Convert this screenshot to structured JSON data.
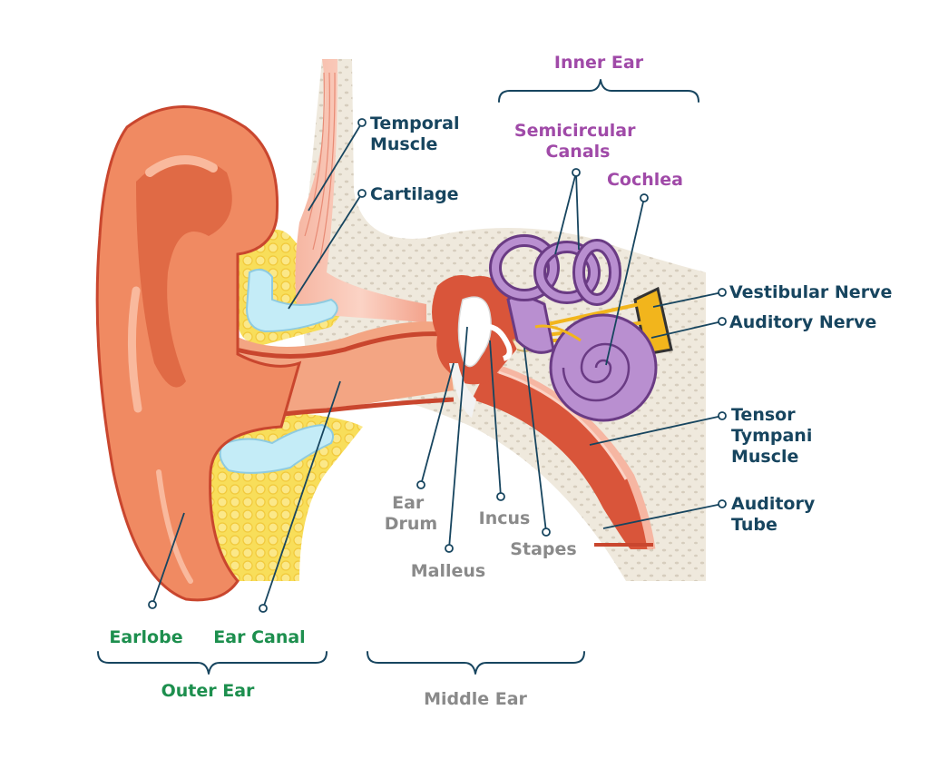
{
  "labels": {
    "temporal_muscle": [
      "Temporal",
      "Muscle"
    ],
    "cartilage": "Cartilage",
    "inner_ear": "Inner Ear",
    "semicircular_canals": [
      "Semicircular",
      "Canals"
    ],
    "cochlea": "Cochlea",
    "vestibular_nerve": "Vestibular Nerve",
    "auditory_nerve": "Auditory Nerve",
    "tensor_tympani": [
      "Tensor",
      "Tympani",
      "Muscle"
    ],
    "auditory_tube": [
      "Auditory",
      "Tube"
    ],
    "ear_drum": [
      "Ear",
      "Drum"
    ],
    "incus": "Incus",
    "stapes": "Stapes",
    "malleus": "Malleus",
    "earlobe": "Earlobe",
    "ear_canal": "Ear Canal",
    "outer_ear": "Outer Ear",
    "middle_ear": "Middle Ear"
  },
  "colors": {
    "label_dark": "#17455f",
    "outer_ear_green": "#1d8f4e",
    "inner_ear_purple": "#a04aa8",
    "middle_ear_gray": "#8a8a8a",
    "skin": "#f08a62",
    "skin_dark": "#c9462e",
    "bone": "#efe9dd",
    "fat": "#f7d84a",
    "cartilage": "#c4ecf7",
    "cochlea": "#b98fd0",
    "nerve": "#f2b51c"
  }
}
